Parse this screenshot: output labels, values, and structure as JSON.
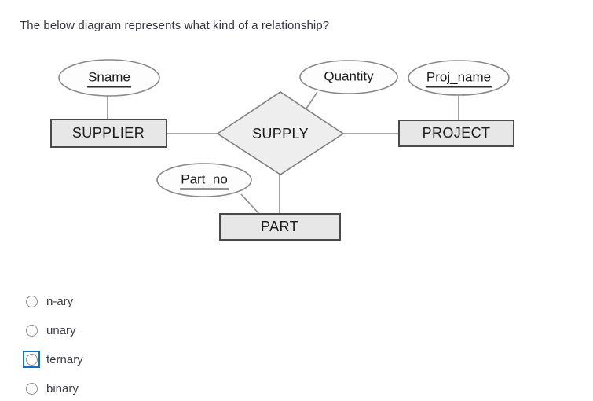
{
  "question": {
    "text": "The below diagram represents what kind of a relationship?"
  },
  "diagram": {
    "relationship": {
      "label": "SUPPLY",
      "shape": "diamond"
    },
    "entities": [
      {
        "label": "SUPPLIER"
      },
      {
        "label": "PROJECT"
      },
      {
        "label": "PART"
      }
    ],
    "attributes": [
      {
        "label": "Sname",
        "key": true,
        "attached_to": "SUPPLIER"
      },
      {
        "label": "Quantity",
        "key": false,
        "attached_to": "SUPPLY"
      },
      {
        "label": "Proj_name",
        "key": true,
        "attached_to": "PROJECT"
      },
      {
        "label": "Part_no",
        "key": true,
        "attached_to": "PART"
      }
    ]
  },
  "options": [
    {
      "label": "n-ary",
      "selected": false,
      "focused": false,
      "icon": "radio-unchecked-icon"
    },
    {
      "label": "unary",
      "selected": false,
      "focused": false,
      "icon": "radio-unchecked-icon"
    },
    {
      "label": "ternary",
      "selected": false,
      "focused": true,
      "icon": "radio-unchecked-icon"
    },
    {
      "label": "binary",
      "selected": false,
      "focused": false,
      "icon": "radio-unchecked-icon"
    }
  ],
  "colors": {
    "focus_ring": "#0e70d1",
    "entity_fill": "#e7e7e7",
    "entity_border": "#4a4a4a",
    "relationship_fill": "#eeeeee",
    "shape_border": "#878787",
    "text": "#1c1c1e"
  }
}
